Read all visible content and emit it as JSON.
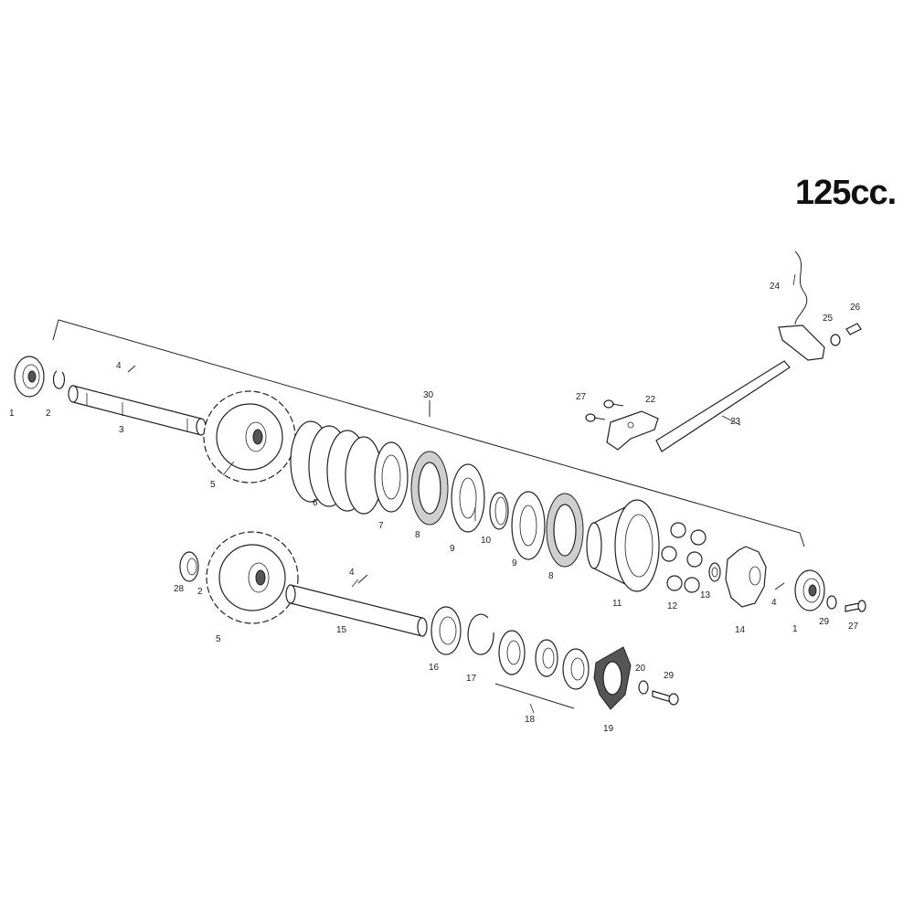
{
  "title": "125cc.",
  "callouts": {
    "c1a": "1",
    "c2a": "2",
    "c3": "3",
    "c4a": "4",
    "c5a": "5",
    "c6": "6",
    "c7": "7",
    "c8a": "8",
    "c9a": "9",
    "c10": "10",
    "c9b": "9",
    "c8b": "8",
    "c11": "11",
    "c12": "12",
    "c13": "13",
    "c14": "14",
    "c4b": "4",
    "c1b": "1",
    "c29a": "29",
    "c27a": "27",
    "c30": "30",
    "c27b": "27",
    "c22": "22",
    "c23": "23",
    "c24": "24",
    "c25": "25",
    "c26": "26",
    "c28": "28",
    "c2b": "2",
    "c5b": "5",
    "c4c": "4",
    "c15": "15",
    "c16": "16",
    "c17": "17",
    "c18": "18",
    "c19": "19",
    "c20": "20",
    "c29b": "29"
  }
}
